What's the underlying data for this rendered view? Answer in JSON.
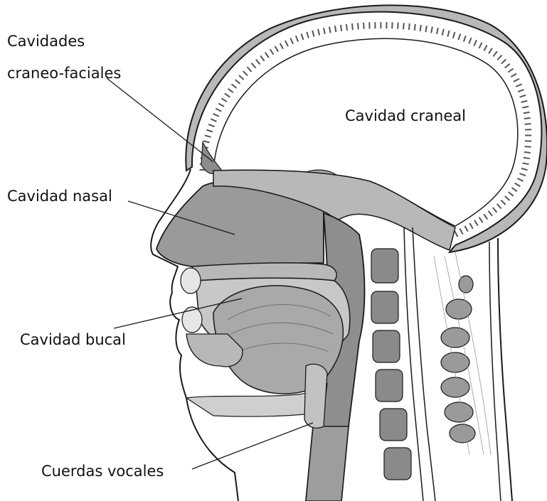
{
  "labels": {
    "cavidades_craneo_faciales": [
      "Cavidades",
      "craneo-faciales"
    ],
    "cavidad_craneal": "Cavidad  craneal",
    "cavidad_nasal": "Cavidad nasal",
    "cavidad_bucal": "Cavidad bucal",
    "cuerdas_vocales": "Cuerdas vocales"
  },
  "colors": {
    "bone_fill": "#b8b8b8",
    "cavity_fill": "#9a9a9a",
    "tissue_fill": "#cfcfcf",
    "outline": "#1a1a1a",
    "background": "#ffffff"
  }
}
